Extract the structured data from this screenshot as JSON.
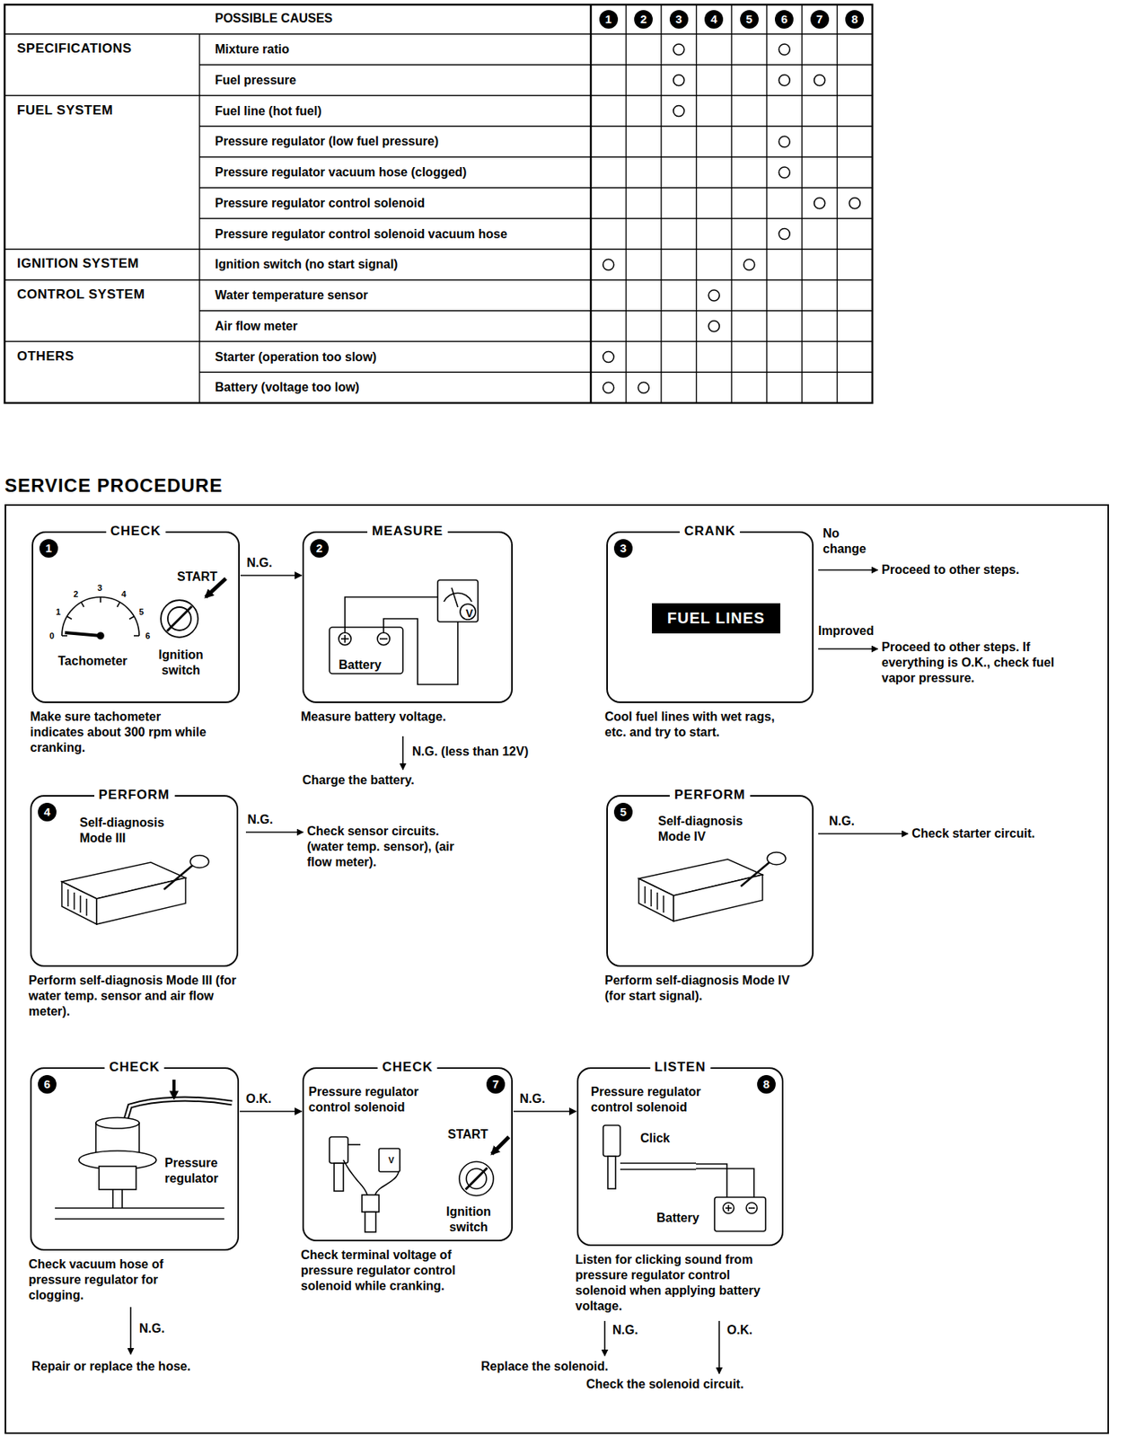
{
  "diagram": {
    "nodes": [
      {
        "text": [
          "SERVICE PROCEDURE"
        ]
      },
      {
        "text": [
          "CHECK",
          "1",
          "START",
          "Tachometer",
          "Ignition switch",
          "Make sure tachometer indicates about 300 rpm while cranking."
        ],
        "in": 0
      },
      {
        "text": [
          "MEASURE",
          "2",
          "Battery",
          "V",
          "Measure battery voltage."
        ],
        "in": 0
      },
      {
        "text": [
          "CRANK",
          "3",
          "FUEL LINES",
          "Cool fuel lines with wet rags, etc. and try to start."
        ],
        "in": 0
      },
      {
        "text": [
          "PERFORM",
          "4",
          "Self-diagnosis Mode III",
          "Perform self-diagnosis Mode III (for water temp. sensor and air flow meter)."
        ],
        "in": 0
      },
      {
        "text": [
          "PERFORM",
          "5",
          "Self-diagnosis Mode IV",
          "Perform self-diagnosis Mode IV (for start signal)."
        ],
        "in": 0
      },
      {
        "text": [
          "CHECK",
          "6",
          "Pressure regulator",
          "Check vacuum hose of pressure regulator for clogging."
        ],
        "in": 0
      },
      {
        "text": [
          "CHECK",
          "7",
          "Pressure regulator control solenoid",
          "START",
          "Ignition switch",
          "V",
          "Check terminal voltage of pressure regulator control solenoid while cranking."
        ],
        "in": 0
      },
      {
        "text": [
          "LISTEN",
          "8",
          "Pressure regulator control solenoid",
          "Click",
          "Battery",
          "Listen for clicking sound from pressure regulator control solenoid when applying battery voltage."
        ],
        "in": 0
      }
    ],
    "edges": [
      {
        "from": 1,
        "to": 2,
        "label": "N.G.",
        "arrow": "to"
      },
      {
        "from": 6,
        "to": 7,
        "label": "O.K.",
        "arrow": "to"
      },
      {
        "from": 7,
        "to": 8,
        "label": "N.G.",
        "arrow": "to"
      }
    ],
    "labels": [
      "POSSIBLE CAUSES",
      "1",
      "2",
      "3",
      "4",
      "5",
      "6",
      "7",
      "8",
      "SPECIFICATIONS",
      "Mixture ratio",
      "Fuel pressure",
      "FUEL SYSTEM",
      "Fuel line (hot fuel)",
      "Pressure regulator (low fuel pressure)",
      "Pressure regulator vacuum hose (clogged)",
      "Pressure regulator control solenoid",
      "Pressure regulator control solenoid vacuum hose",
      "IGNITION SYSTEM",
      "Ignition switch (no start signal)",
      "CONTROL SYSTEM",
      "Water temperature sensor",
      "Air flow meter",
      "OTHERS",
      "Starter (operation too slow)",
      "Battery (voltage too low)",
      "0",
      "1",
      "2",
      "3",
      "4",
      "5",
      "6",
      "N.G. (less than 12V)",
      "Charge the battery.",
      "No change",
      "Proceed to other steps.",
      "Improved",
      "Proceed to other steps. If everything is O.K., check fuel vapor pressure.",
      "N.G.",
      "Check sensor circuits. (water temp. sensor), (air flow meter).",
      "N.G.",
      "Check starter circuit.",
      "N.G.",
      "Repair or replace the hose.",
      "N.G.",
      "Replace the solenoid.",
      "O.K.",
      "Check the solenoid circuit."
    ]
  }
}
